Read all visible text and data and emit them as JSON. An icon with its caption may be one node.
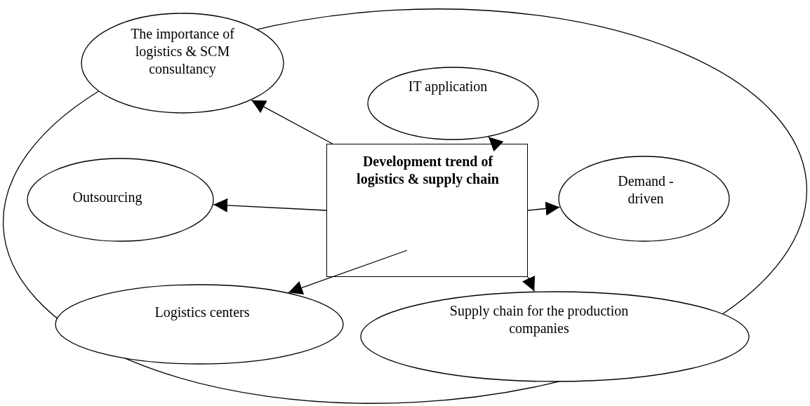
{
  "diagram": {
    "nodes": [
      {
        "text": [
          "Development trend of logistics & supply chain"
        ]
      },
      {
        "text": [
          "The importance of logistics & SCM consultancy"
        ]
      },
      {
        "text": [
          "IT application"
        ]
      },
      {
        "text": [
          "Outsourcing"
        ]
      },
      {
        "text": [
          "Demand - driven"
        ]
      },
      {
        "text": [
          "Logistics centers"
        ]
      },
      {
        "text": [
          "Supply chain for the production companies"
        ]
      }
    ],
    "edges": [
      {
        "from": 0,
        "to": 1,
        "arrow": "to"
      },
      {
        "from": 0,
        "to": 2,
        "arrow": "to"
      },
      {
        "from": 0,
        "to": 3,
        "arrow": "to"
      },
      {
        "from": 0,
        "to": 4,
        "arrow": "to"
      },
      {
        "from": 0,
        "to": 5,
        "arrow": "to"
      },
      {
        "from": 0,
        "to": 6,
        "arrow": "to"
      }
    ]
  }
}
